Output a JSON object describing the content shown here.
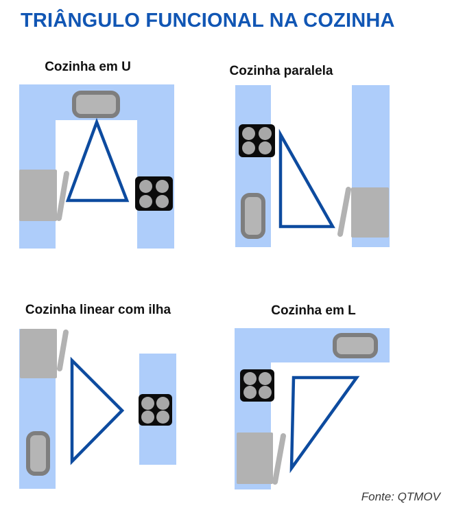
{
  "title": "TRIÂNGULO FUNCIONAL NA COZINHA",
  "source_note": "Fonte: QTMOV",
  "colors": {
    "title_blue": "#1156b4",
    "counter_blue": "#aecdfa",
    "triangle_blue": "#0d4b9f",
    "appliance_gray": "#b2b2b2",
    "sink_border_gray": "#7e7e7e",
    "sink_fill_gray": "#b5b5b5",
    "stove_black": "#0b0b0b",
    "burner_gray": "#a8a8a8",
    "label_black": "#111111",
    "source_gray": "#383838"
  },
  "panels": [
    {
      "label": "Cozinha em U",
      "layout_type": "u-shape",
      "elements": [
        "sink-icon",
        "fridge-icon",
        "stove-icon",
        "work-triangle"
      ]
    },
    {
      "label": "Cozinha paralela",
      "layout_type": "parallel",
      "elements": [
        "stove-icon",
        "sink-icon",
        "fridge-icon",
        "work-triangle"
      ]
    },
    {
      "label": "Cozinha linear com ilha",
      "layout_type": "linear-island",
      "elements": [
        "fridge-icon",
        "sink-icon",
        "stove-icon",
        "work-triangle"
      ]
    },
    {
      "label": "Cozinha em L",
      "layout_type": "l-shape",
      "elements": [
        "sink-icon",
        "stove-icon",
        "fridge-icon",
        "work-triangle"
      ]
    }
  ]
}
